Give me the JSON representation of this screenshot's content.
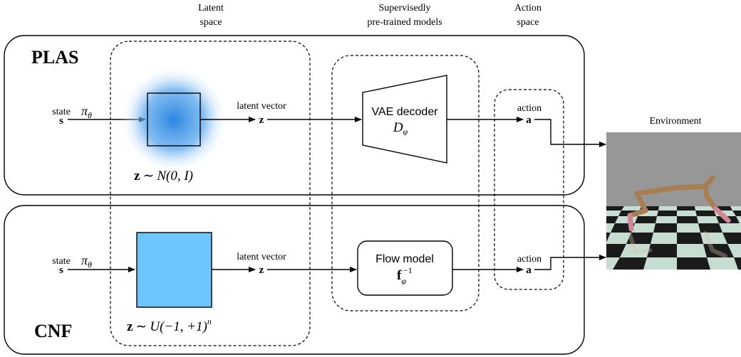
{
  "headers": {
    "latent_space_line1": "Latent",
    "latent_space_line2": "space",
    "pretrained_line1": "Supervisedly",
    "pretrained_line2": "pre-trained models",
    "action_space_line1": "Action",
    "action_space_line2": "space"
  },
  "plas": {
    "title": "PLAS",
    "state_label": "state",
    "state_symbol": "s",
    "policy_symbol": "π",
    "policy_subscript": "θ",
    "latent_label": "latent vector",
    "latent_symbol": "z",
    "dist_z": "z",
    "dist_sim": "∼",
    "dist_expr": "N(0, I)",
    "decoder_name": "VAE decoder",
    "decoder_symbol": "D",
    "decoder_subscript": "φ",
    "action_label": "action",
    "action_symbol": "a"
  },
  "cnf": {
    "title": "CNF",
    "state_label": "state",
    "state_symbol": "s",
    "policy_symbol": "π",
    "policy_subscript": "θ",
    "latent_label": "latent vector",
    "latent_symbol": "z",
    "dist_z": "z",
    "dist_sim": "∼",
    "dist_expr": "U(−1, +1)",
    "dist_superscript": "n",
    "flow_name": "Flow model",
    "flow_symbol": "f",
    "flow_subscript": "φ",
    "flow_superscript": "−1",
    "action_label": "action",
    "action_symbol": "a"
  },
  "environment": {
    "label": "Environment"
  },
  "colors": {
    "gaussian_center": "#2a86e0",
    "uniform_fill": "#6fc6ff",
    "env_sky": "#8f8f8f",
    "env_floor_light": "#c7ddd2",
    "env_floor_dark": "#1b1b1b",
    "robot_body": "#a87d52",
    "robot_foot": "#cf8796"
  }
}
